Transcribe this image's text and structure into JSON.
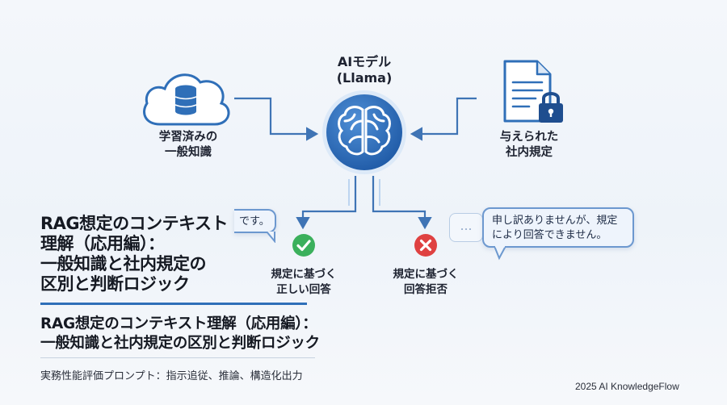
{
  "model_label": "AIモデル",
  "model_sub": "(Llama)",
  "left_source": "学習済みの\n一般知識",
  "right_source": "与えられた\n社内規定",
  "outcome_correct": "規定に基づく\n正しい回答",
  "outcome_refuse": "規定に基づく\n回答拒否",
  "bubble_right": "申し訳ありませんが、規定\nにより回答できません。",
  "bubble_left_fragment": "です。",
  "bubble_dots": "…",
  "title_large": "RAG想定のコンテキスト\n理解（応用編）：\n一般知識と社内規定の\n区別と判断ロジック",
  "title_second": "RAG想定のコンテキスト理解（応用編）：\n一般知識と社内規定の区別と判断ロジック",
  "subtitle": "実務性能評価プロンプト：指示追従、推論、構造化出力",
  "footer": "2025 AI KnowledgeFlow",
  "colors": {
    "accent": "#2f6fb8",
    "check": "#3bb05c",
    "cross": "#df4141"
  }
}
